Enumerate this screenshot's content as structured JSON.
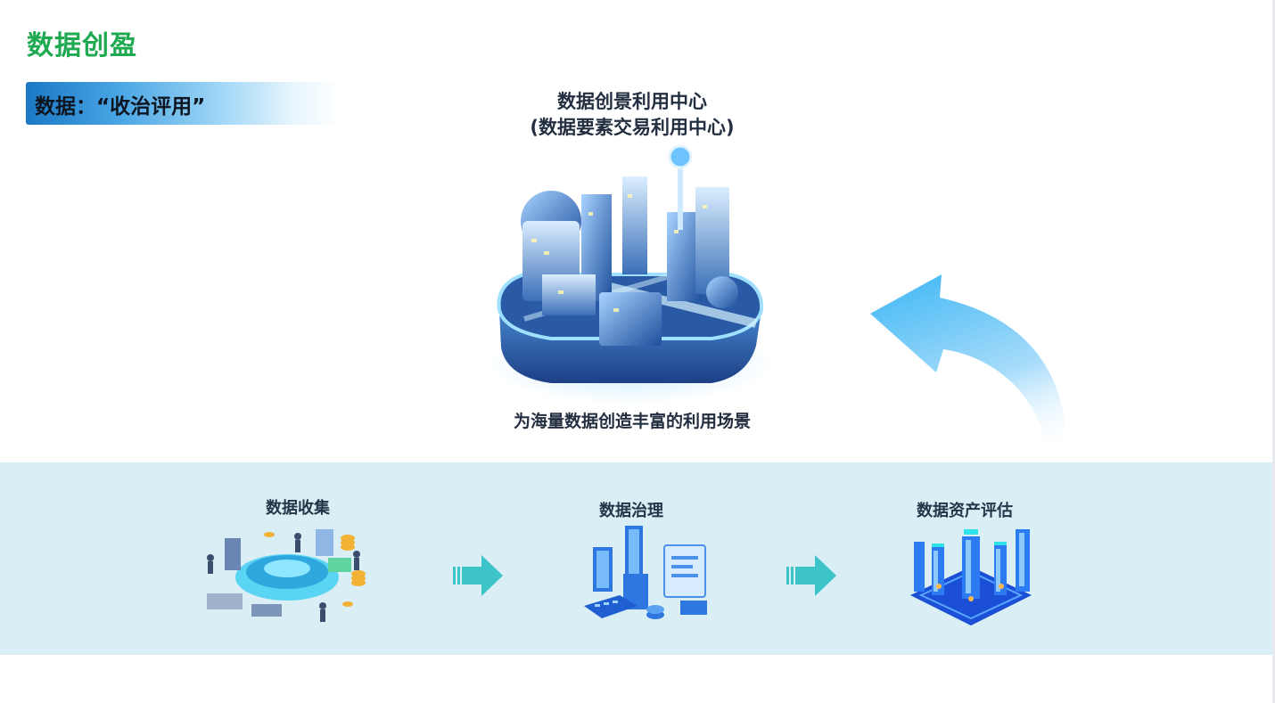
{
  "header": {
    "title": "数据创盈",
    "subtitle": "数据：“收治评用”"
  },
  "center": {
    "title_line1": "数据创景利用中心",
    "title_line2": "(数据要素交易利用中心)",
    "caption": "为海量数据创造丰富的利用场景"
  },
  "stages": [
    {
      "label": "数据收集",
      "icon": "data-collection-illustration"
    },
    {
      "label": "数据治理",
      "icon": "data-governance-illustration"
    },
    {
      "label": "数据资产评估",
      "icon": "data-asset-evaluation-illustration"
    }
  ],
  "colors": {
    "title_green": "#1faa52",
    "banner_blue": "#1b78c4",
    "band_bg": "#daeef5",
    "flow_arrow": "#3cc4c8",
    "cycle_arrow": "#4dbff5"
  }
}
